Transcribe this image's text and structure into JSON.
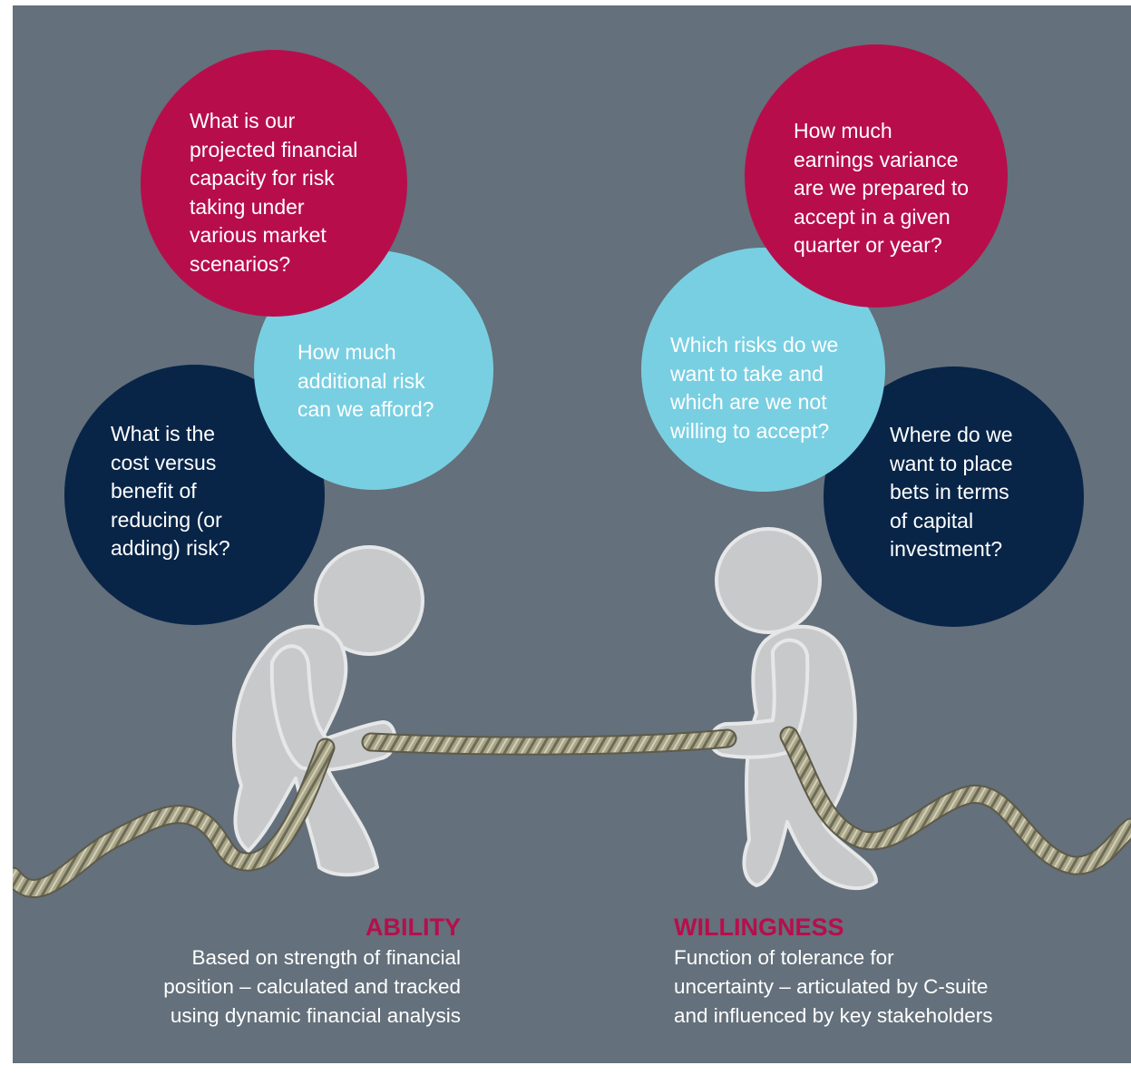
{
  "colors": {
    "background": "#64707b",
    "magenta": "#b70e4b",
    "light_blue": "#79cfe2",
    "navy": "#082548",
    "figure": "#c8c9cb",
    "rope": "#a8a58a",
    "accent_heading": "#b70e4b"
  },
  "bubbles": {
    "left_top": "What is our\nprojected financial\ncapacity for risk\ntaking under\nvarious market\nscenarios?",
    "left_middle": "How much\nadditional risk\ncan we afford?",
    "left_bottom": "What is the\ncost versus\nbenefit of\nreducing (or\nadding) risk?",
    "right_top": "How much\nearnings variance\nare we prepared to\naccept in a given\nquarter or year?",
    "right_middle": "Which risks do we\nwant to take and\nwhich are we not\nwilling to accept?",
    "right_bottom": "Where do we\nwant to place\nbets in terms\nof capital\ninvestment?"
  },
  "ability": {
    "heading": "ABILITY",
    "description": "Based on strength of financial\nposition – calculated and tracked\nusing dynamic financial analysis"
  },
  "willingness": {
    "heading": "WILLINGNESS",
    "description": "Function of tolerance for\nuncertainty – articulated by C-suite\nand influenced by key stakeholders"
  }
}
